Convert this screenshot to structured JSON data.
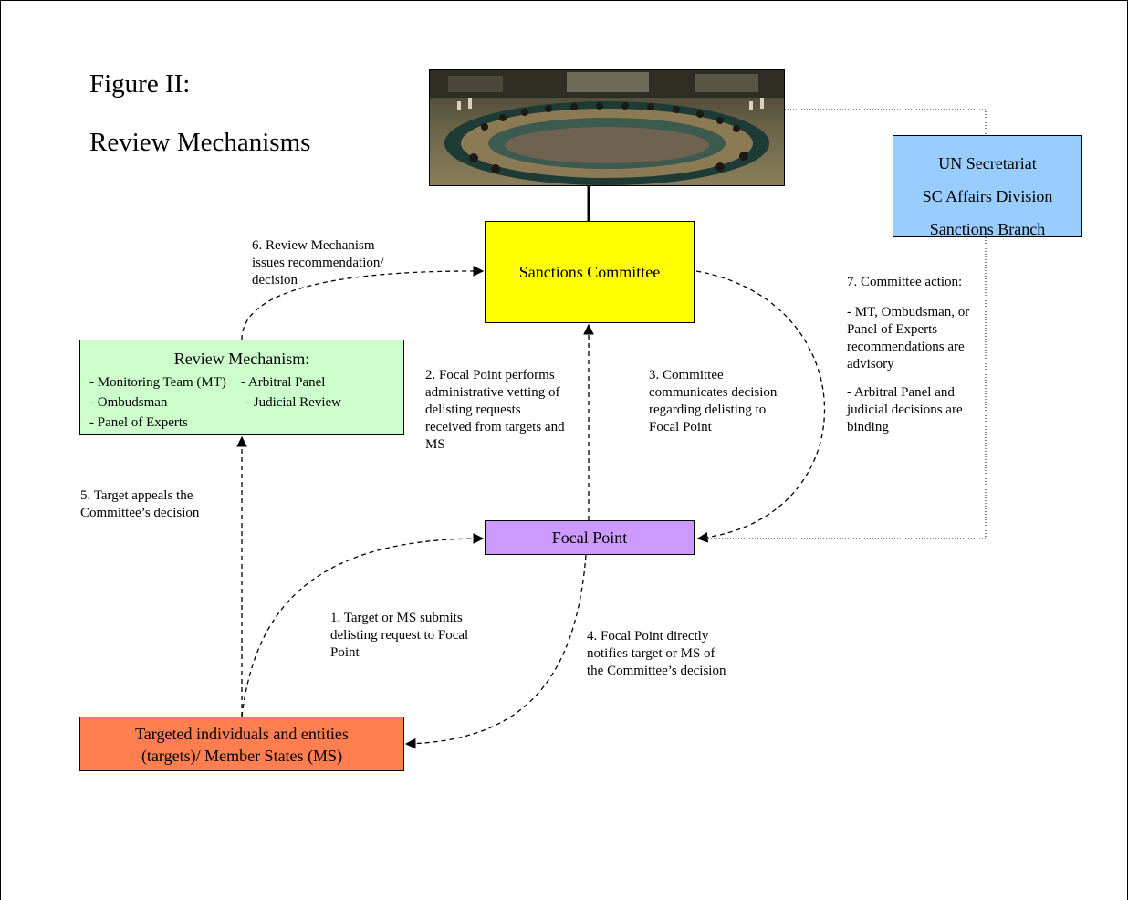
{
  "figure": {
    "title": "Figure II:",
    "subtitle": "Review Mechanisms"
  },
  "nodes": {
    "sanctions_committee": "Sanctions Committee",
    "un_secretariat": [
      "UN Secretariat",
      "SC Affairs Division",
      "Sanctions Branch"
    ],
    "review_mechanism": {
      "heading": "Review Mechanism:",
      "items": [
        "- Monitoring Team (MT)",
        "- Arbitral Panel",
        "- Ombudsman",
        "- Judicial Review",
        "- Panel of Experts"
      ]
    },
    "focal_point": "Focal Point",
    "targets": [
      "Targeted individuals and entities",
      "(targets)/ Member States (MS)"
    ]
  },
  "steps": {
    "s1": [
      "1.  Target or MS submits",
      "delisting  request to Focal",
      "Point"
    ],
    "s2": [
      "2.  Focal Point performs",
      "administrative vetting of",
      "delisting requests",
      "received from targets and",
      "MS"
    ],
    "s3": [
      "3. Committee",
      "communicates decision",
      "regarding delisting to",
      "Focal Point"
    ],
    "s4": [
      "4.  Focal Point directly",
      "notifies target or MS of",
      "the Committee’s decision"
    ],
    "s5": [
      "5.  Target appeals the",
      "Committee’s decision"
    ],
    "s6": [
      "6.  Review Mechanism",
      "issues recommendation/",
      "decision"
    ],
    "s7": {
      "heading": "7. Committee action:",
      "points": [
        [
          "- MT, Ombudsman, or",
          "Panel of Experts",
          "recommendations are",
          "advisory"
        ],
        [
          "- Arbitral Panel and",
          "judicial decisions are",
          "binding"
        ]
      ]
    }
  },
  "colors": {
    "sanctions_committee": "#ffff00",
    "un_secretariat": "#99ccff",
    "review_mechanism": "#ccffcc",
    "focal_point": "#cc99ff",
    "targets": "#ff7f50"
  },
  "photo": "security-council-chamber-photo"
}
